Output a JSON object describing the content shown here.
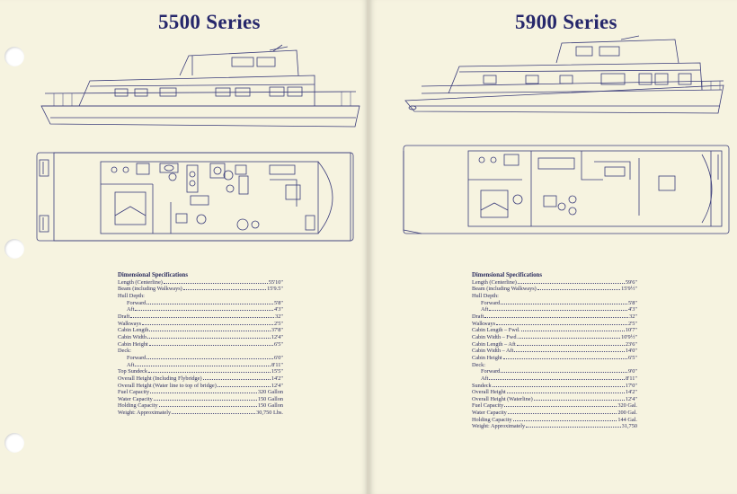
{
  "left": {
    "title": "5500 Series",
    "specs_heading": "Dimensional Specifications",
    "specs": [
      {
        "label": "Length (Centerline)",
        "value": "55'10\""
      },
      {
        "label": "Beam (including Walkways)",
        "value": "15'9.5\""
      },
      {
        "label": "Hull Depth:",
        "value": "",
        "header": true
      },
      {
        "label": "Forward",
        "value": "5'8\"",
        "sub": true
      },
      {
        "label": "Aft",
        "value": "4'3\"",
        "sub": true
      },
      {
        "label": "Draft",
        "value": "32\""
      },
      {
        "label": "Walkways",
        "value": "2'5\""
      },
      {
        "label": "Cabin Length",
        "value": "37'8\""
      },
      {
        "label": "Cabin Width",
        "value": "12'4\""
      },
      {
        "label": "Cabin Height",
        "value": "6'5\""
      },
      {
        "label": "Deck:",
        "value": "",
        "header": true
      },
      {
        "label": "Forward",
        "value": "6'0\"",
        "sub": true
      },
      {
        "label": "Aft",
        "value": "8'11\"",
        "sub": true
      },
      {
        "label": "Top Sundeck",
        "value": "15'5\""
      },
      {
        "label": "Overall Height (Including Flybridge)",
        "value": "14'2\""
      },
      {
        "label": "Overall Height (Water line to top of bridge)",
        "value": "12'4\""
      },
      {
        "label": "Fuel Capacity",
        "value": "320 Gallon"
      },
      {
        "label": "Water Capacity",
        "value": "150 Gallon"
      },
      {
        "label": "Holding Capacity",
        "value": "150 Gallon"
      },
      {
        "label": "Weight: Approximately",
        "value": "30,750 Lbs."
      }
    ]
  },
  "right": {
    "title": "5900 Series",
    "specs_heading": "Dimensional Specifications",
    "specs": [
      {
        "label": "Length (Centerline)",
        "value": "59'6\""
      },
      {
        "label": "Beam (including Walkways)",
        "value": "15'9½\""
      },
      {
        "label": "Hull Depth:",
        "value": "",
        "header": true
      },
      {
        "label": "Forward",
        "value": "5'8\"",
        "sub": true
      },
      {
        "label": "Aft",
        "value": "4'3\"",
        "sub": true
      },
      {
        "label": "Draft",
        "value": "32\""
      },
      {
        "label": "Walkways",
        "value": "2'5\""
      },
      {
        "label": "Cabin Length – Fwd.",
        "value": "10'7\""
      },
      {
        "label": "Cabin Width – Fwd.",
        "value": "10'9½\""
      },
      {
        "label": "Cabin Length – Aft",
        "value": "23'6\""
      },
      {
        "label": "Cabin Width – Aft",
        "value": "14'0\""
      },
      {
        "label": "Cabin Height",
        "value": "6'5\""
      },
      {
        "label": "Deck:",
        "value": "",
        "header": true
      },
      {
        "label": "Forward",
        "value": "9'0\"",
        "sub": true
      },
      {
        "label": "Aft",
        "value": "8'11\"",
        "sub": true
      },
      {
        "label": "Sundeck",
        "value": "17'0\""
      },
      {
        "label": "Overall Height",
        "value": "14'2\""
      },
      {
        "label": "Overall Height (Waterline)",
        "value": "12'4\""
      },
      {
        "label": "Fuel Capacity",
        "value": "320 Gal."
      },
      {
        "label": "Water Capacity",
        "value": "200 Gal."
      },
      {
        "label": "Holding Capacity",
        "value": "144 Gal."
      },
      {
        "label": "Weight: Approximately",
        "value": "31,750"
      }
    ]
  },
  "colors": {
    "ink": "#26276b",
    "paper": "#f6f3e0",
    "line": "#3a3c7a"
  }
}
